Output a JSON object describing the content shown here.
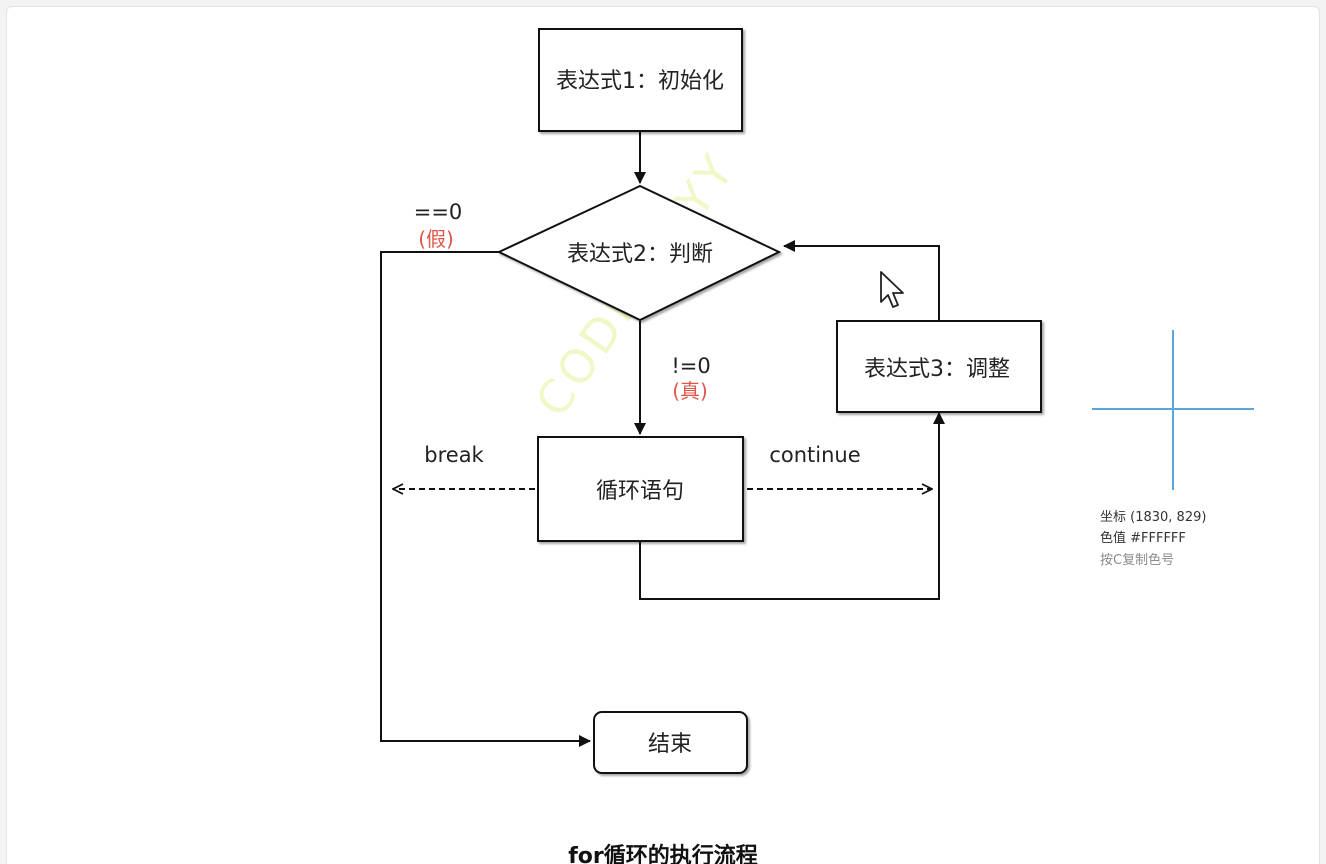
{
  "watermark": "CODINGRYY",
  "nodes": {
    "init": "表达式1：初始化",
    "condition": "表达式2：判断",
    "body": "循环语句",
    "update": "表达式3：调整",
    "end": "结束"
  },
  "edge_labels": {
    "false_value": "==0",
    "false_word": "(假)",
    "true_value": "!=0",
    "true_word": "(真)",
    "break": "break",
    "continue": "continue"
  },
  "colors": {
    "highlight_red": "#e0564a",
    "crosshair_blue": "#5aa5db"
  },
  "picker": {
    "coordinate_label": "坐标 (1830, 829)",
    "color_label": "色值 #FFFFFF",
    "hint": "按C复制色号"
  },
  "caption": "for循环的执行流程"
}
